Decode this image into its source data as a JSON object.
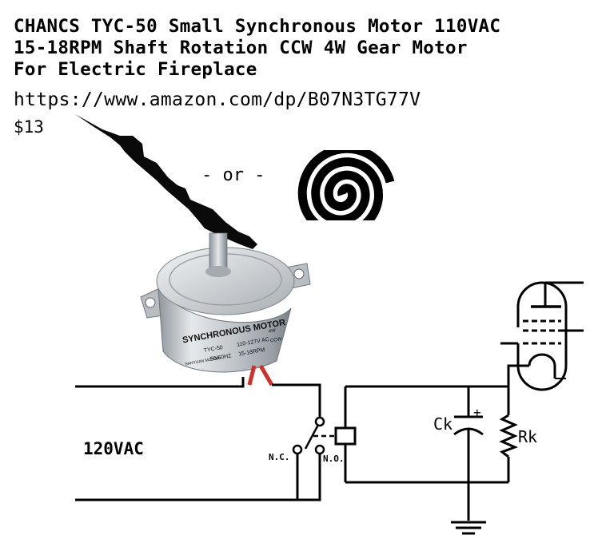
{
  "product": {
    "title_lines": [
      "CHANCS TYC-50 Small Synchronous Motor 110VAC",
      "15-18RPM Shaft Rotation CCW 4W Gear Motor",
      "For Electric Fireplace"
    ],
    "url": "https://www.amazon.com/dp/B07N3TG77V",
    "price": "$13"
  },
  "diagram": {
    "or_label": "- or -",
    "mains_label": "120VAC",
    "nc_label": "N.C.",
    "no_label": "N.O.",
    "cap_label": "Ck",
    "cap_polarity": "+",
    "res_label": "Rk"
  },
  "motor": {
    "label_main": "SYNCHRONOUS MOTOR",
    "model": "TYC-50",
    "voltage": "110-127V AC",
    "freq": "50/60HZ",
    "rpm": "15-18RPM",
    "power": "4W",
    "rotation": "CCW",
    "brand": "SANYUAN MOTOR"
  },
  "colors": {
    "wire": "#000000",
    "motor_lead": "#d0302a",
    "motor_body": "#c9cdd1"
  }
}
